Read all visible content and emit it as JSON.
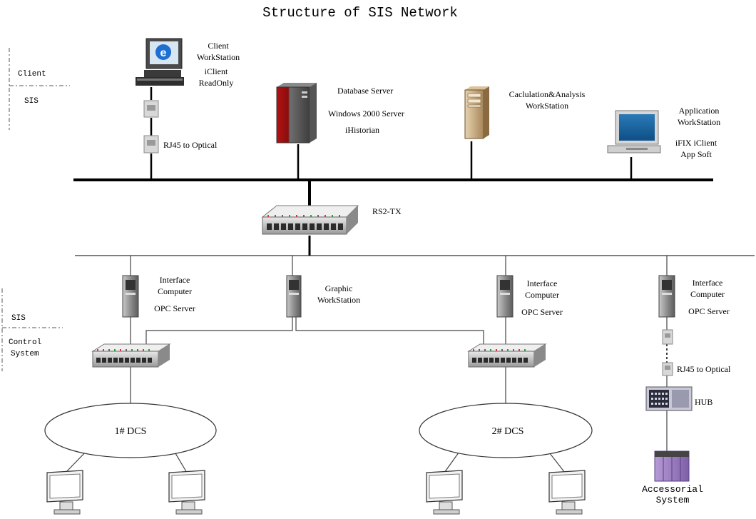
{
  "title": "Structure of SIS Network",
  "zones": {
    "client": "Client",
    "sis_top": "SIS",
    "sis_bottom": "SIS",
    "control_1": "Control",
    "control_2": "System"
  },
  "client_workstation": {
    "line1": "Client",
    "line2": "WorkStation",
    "line3": "iClient",
    "line4": "ReadOnly",
    "converter": "RJ45 to Optical"
  },
  "database_server": {
    "line1": "Database  Server",
    "line2": "Windows 2000 Server",
    "line3": "iHistorian"
  },
  "calc_workstation": {
    "line1": "Caclulation&Analysis",
    "line2": "WorkStation"
  },
  "app_workstation": {
    "line1": "Application",
    "line2": "WorkStation",
    "line3": "iFIX iClient",
    "line4": "App  Soft"
  },
  "core_switch": "RS2-TX",
  "interface_1": {
    "line1": "Interface",
    "line2": "Computer",
    "line3": "OPC Server"
  },
  "graphic_ws": {
    "line1": "Graphic",
    "line2": "WorkStation"
  },
  "interface_2": {
    "line1": "Interface",
    "line2": "Computer",
    "line3": "OPC Server"
  },
  "interface_3": {
    "line1": "Interface",
    "line2": "Computer",
    "line3": "OPC Server",
    "converter": "RJ45 to Optical",
    "hub": "HUB"
  },
  "dcs_1": "1#   DCS",
  "dcs_2": "2#  DCS",
  "accessorial": {
    "line1": "Accessorial",
    "line2": "System"
  }
}
